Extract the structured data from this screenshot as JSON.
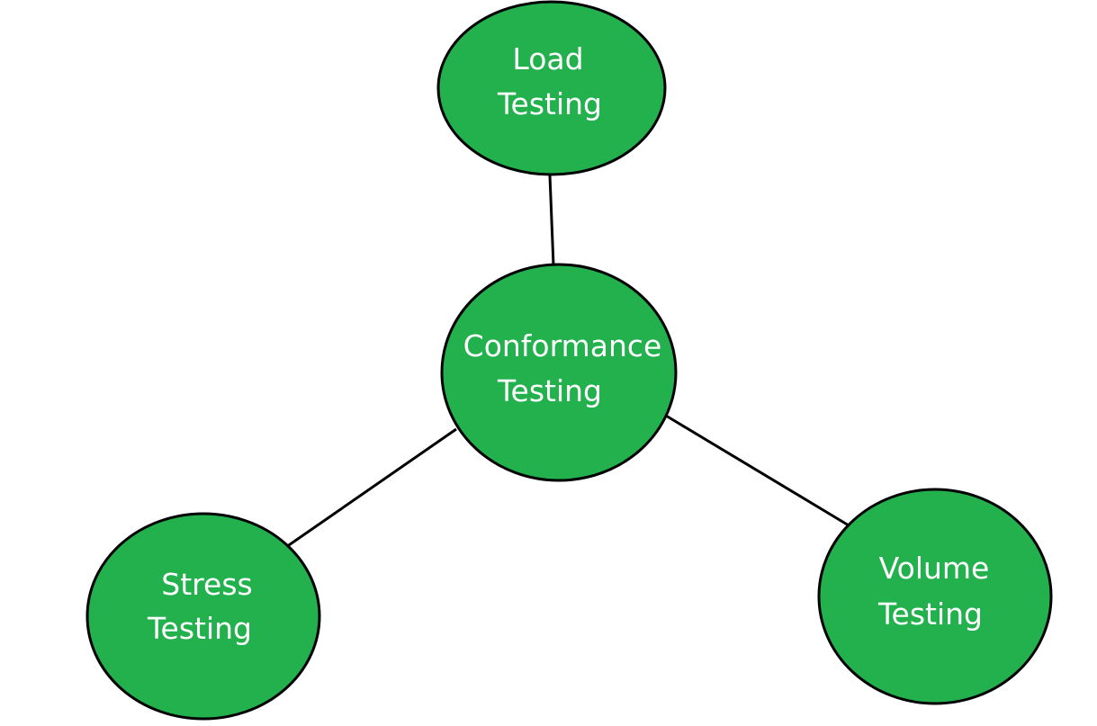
{
  "diagram": {
    "colors": {
      "node_fill": "#22b14c",
      "node_border": "#000000",
      "text": "#ffffff",
      "edge": "#000000",
      "background": "#ffffff"
    },
    "nodes": {
      "center": {
        "line1": "Conformance",
        "line2": "Testing"
      },
      "top": {
        "line1": "Load",
        "line2": "Testing"
      },
      "left": {
        "line1": "Stress",
        "line2": "Testing"
      },
      "right": {
        "line1": "Volume",
        "line2": "Testing"
      }
    },
    "edges": [
      {
        "from": "center",
        "to": "top"
      },
      {
        "from": "center",
        "to": "left"
      },
      {
        "from": "center",
        "to": "right"
      }
    ]
  }
}
